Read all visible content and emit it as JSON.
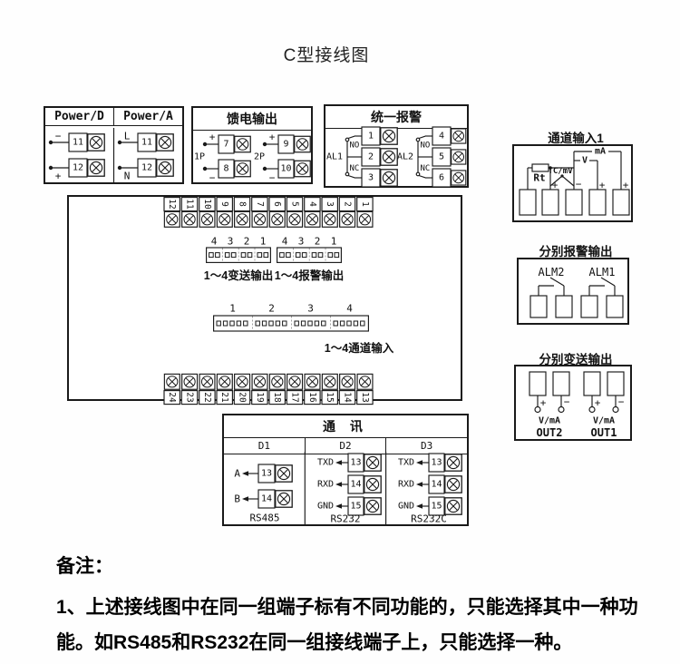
{
  "title": "C型接线图",
  "colors": {
    "line": "#1a1a1a",
    "background": "#ffffff"
  },
  "power_box": {
    "headers": [
      "Power/D",
      "Power/A"
    ],
    "dc": [
      {
        "sign": "−",
        "num": "11"
      },
      {
        "sign": "+",
        "num": "12"
      }
    ],
    "ac": [
      {
        "sign": "L",
        "num": "11"
      },
      {
        "sign": "N",
        "num": "12"
      }
    ]
  },
  "feed_box": {
    "title": "馈电输出",
    "groups": [
      {
        "label": "1P",
        "rows": [
          {
            "sign": "+",
            "num": "7"
          },
          {
            "sign": "−",
            "num": "8"
          }
        ]
      },
      {
        "label": "2P",
        "rows": [
          {
            "sign": "+",
            "num": "9"
          },
          {
            "sign": "−",
            "num": "10"
          }
        ]
      }
    ]
  },
  "alarm_box": {
    "title": "统一报警",
    "groups": [
      {
        "label": "AL1",
        "no": "NO",
        "nc": "NC",
        "terminals": [
          "1",
          "2",
          "3"
        ]
      },
      {
        "label": "AL2",
        "no": "NO",
        "nc": "NC",
        "terminals": [
          "4",
          "5",
          "6"
        ]
      }
    ]
  },
  "main_board": {
    "top_strip": [
      "12",
      "11",
      "10",
      "9",
      "8",
      "7",
      "6",
      "5",
      "4",
      "3",
      "2",
      "1"
    ],
    "bottom_strip": [
      "24",
      "23",
      "22",
      "21",
      "20",
      "19",
      "18",
      "17",
      "16",
      "15",
      "14",
      "13"
    ],
    "transmit_connector": {
      "pins": [
        "4",
        "3",
        "2",
        "1"
      ],
      "caption": "1～4变送输出"
    },
    "alarm_connector": {
      "pins": [
        "4",
        "3",
        "2",
        "1"
      ],
      "caption": "1～4报警输出"
    },
    "channel_connector": {
      "pins": [
        "1",
        "2",
        "3",
        "4"
      ],
      "caption": "1～4通道输入"
    }
  },
  "comm_box": {
    "title": "通  讯",
    "columns": [
      {
        "header": "D1",
        "rows": [
          {
            "label": "A",
            "num": "13"
          },
          {
            "label": "B",
            "num": "14"
          }
        ],
        "caption": "RS485"
      },
      {
        "header": "D2",
        "rows": [
          {
            "label": "TXD",
            "num": "13"
          },
          {
            "label": "RXD",
            "num": "14"
          },
          {
            "label": "GND",
            "num": "15"
          }
        ],
        "caption": "RS232"
      },
      {
        "header": "D3",
        "rows": [
          {
            "label": "TXD",
            "num": "13"
          },
          {
            "label": "RXD",
            "num": "14"
          },
          {
            "label": "GND",
            "num": "15"
          }
        ],
        "caption": "RS232C"
      }
    ]
  },
  "channel_input": {
    "heading": "通道输入1",
    "rt": "Rt",
    "tc": "TC/mV",
    "v": "V",
    "ma": "mA",
    "signs": {
      "t2": "+",
      "t3": "−",
      "t4": "+",
      "t5": "+"
    }
  },
  "alarm_output": {
    "heading": "分别报警输出",
    "relays": [
      "ALM2",
      "ALM1"
    ]
  },
  "transmit_output": {
    "heading": "分别变送输出",
    "pairs": [
      {
        "plus": "+",
        "minus": "−",
        "vma": "V/mA",
        "name": "OUT2"
      },
      {
        "plus": "+",
        "minus": "−",
        "vma": "V/mA",
        "name": "OUT1"
      }
    ]
  },
  "notes": {
    "heading": "备注：",
    "lines": [
      "1、上述接线图中在同一组端子标有不同功能的，只能选择其中一种功",
      "能。如RS485和RS232在同一组接线端子上，只能选择一种。"
    ]
  }
}
